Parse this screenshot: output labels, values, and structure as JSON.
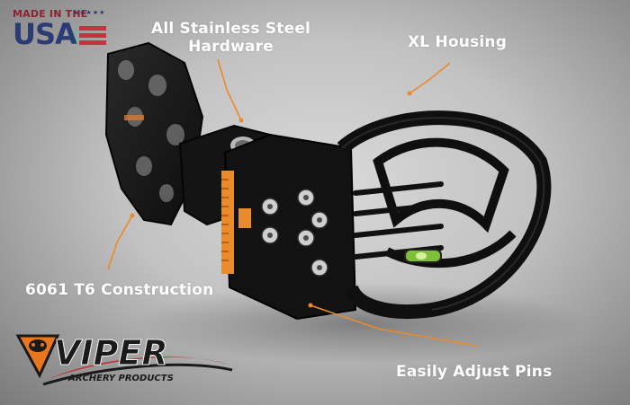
{
  "badge": {
    "made_in_text": "MADE IN THE",
    "usa_text": "USA",
    "colors": {
      "blue": "#2c3b74",
      "red": "#c0353f"
    }
  },
  "callouts": {
    "hardware_line1": "All Stainless Steel",
    "hardware_line2": "Hardware",
    "housing": "XL Housing",
    "construction": "6061 T6 Construction",
    "pins": "Easily Adjust Pins"
  },
  "brand": {
    "name": "VIPER",
    "tagline": "ARCHERY PRODUCTS",
    "colors": {
      "red": "#c42a2a",
      "orange": "#e8771e",
      "dark": "#1a1a1a"
    }
  },
  "accent_color": "#e98a2c"
}
